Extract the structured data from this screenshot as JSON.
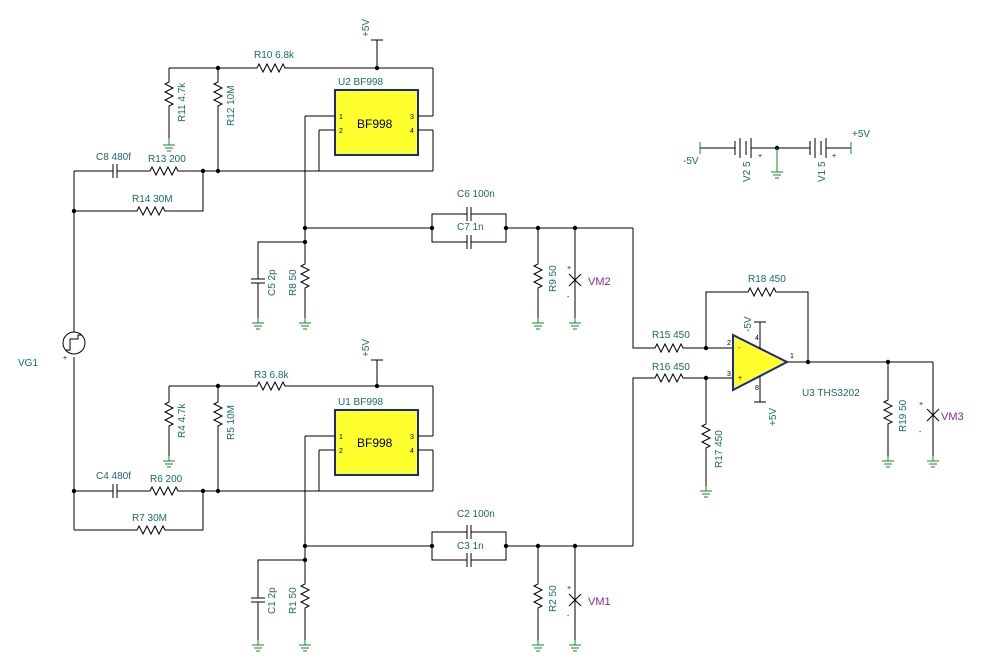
{
  "source": {
    "name": "VG1"
  },
  "supply": {
    "neg": "-5V",
    "pos": "+5V",
    "v2": "V2 5",
    "v1": "V1 5",
    "plus": "+"
  },
  "top": {
    "vcc": "+5V",
    "r10": "R10 6.8k",
    "r11": "R11 4.7k",
    "r12": "R12 10M",
    "u_title": "U2 BF998",
    "chip": "BF998",
    "c8": "C8 480f",
    "r13": "R13 200",
    "r14": "R14 30M",
    "c6": "C6 100n",
    "c7": "C7 1n",
    "c5": "C5 2p",
    "r8": "R8 50",
    "r9": "R9 50",
    "vm": "VM2"
  },
  "bottom": {
    "vcc": "+5V",
    "r3": "R3 6.8k",
    "r4": "R4 4.7k",
    "r5": "R5 10M",
    "u_title": "U1 BF998",
    "chip": "BF998",
    "c4": "C4 480f",
    "r6": "R6 200",
    "r7": "R7 30M",
    "c2": "C2 100n",
    "c3": "C3 1n",
    "c1": "C1 2p",
    "r1": "R1 50",
    "r2": "R2 50",
    "vm": "VM1"
  },
  "amp": {
    "r18": "R18 450",
    "r15": "R15 450",
    "r16": "R16 450",
    "r17": "R17 450",
    "r19": "R19 50",
    "u_title": "U3 THS3202",
    "vm": "VM3",
    "vneg": "-5V",
    "vpos": "+5V"
  },
  "pins": {
    "p1": "1",
    "p2": "2",
    "p3": "3",
    "p4": "4",
    "p8": "8",
    "plus": "+",
    "minus": "-"
  }
}
